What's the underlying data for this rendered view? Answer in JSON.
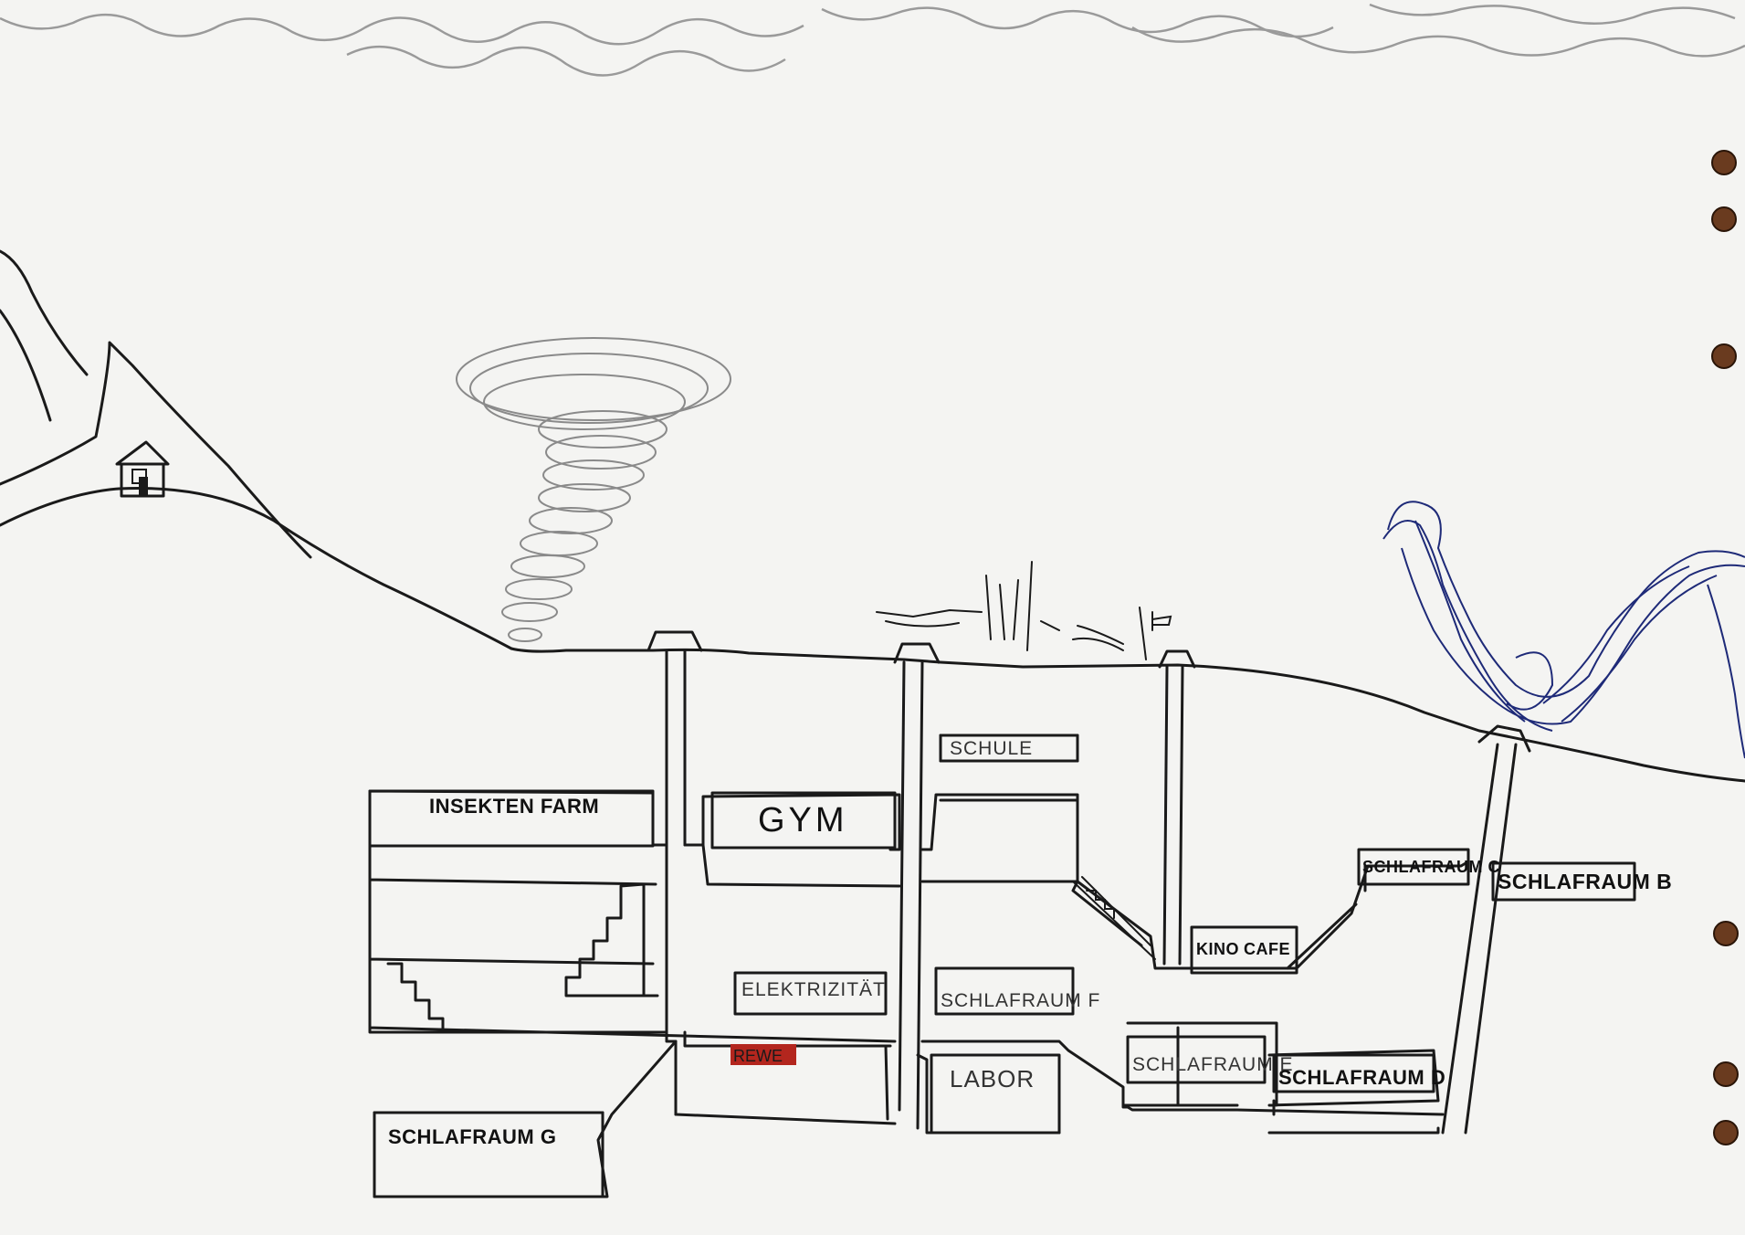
{
  "labels": {
    "insektenfarm": "INSEKTEN FARM",
    "gym": "GYM",
    "schule": "SCHULE",
    "elektrizitaet": "ELEKTRIZITÄT",
    "schlafraum_f": "SCHLAFRAUM F",
    "rewe": "REWE",
    "labor": "LABOR",
    "schlafraum_g": "SCHLAFRAUM G",
    "schlafraum_e": "SCHLAFRAUM E",
    "schlafraum_d": "SCHLAFRAUM D",
    "schlafraum_c": "SCHLAFRAUM C",
    "schlafraum_b": "SCHLAFRAUM B",
    "kino": "KINO",
    "cafe": "CAFE"
  },
  "colors": {
    "rewe_fill": "#b3261e",
    "wave_ink": "#1e2a78",
    "binder_hole": "#6a3b1f"
  },
  "icons": {
    "tornado": "tornado-icon",
    "house": "house-icon",
    "wave": "wave-icon"
  }
}
